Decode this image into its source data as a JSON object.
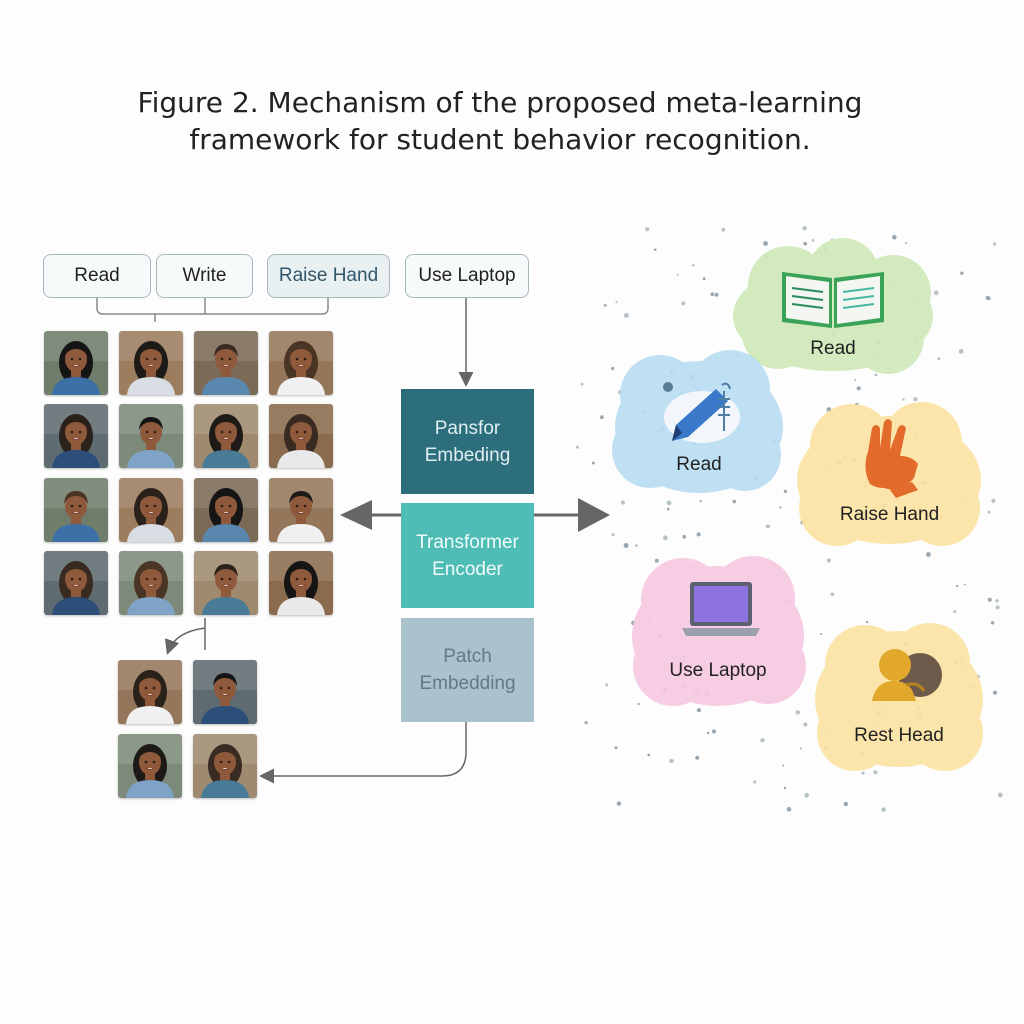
{
  "title": {
    "line1": "Figure 2. Mechanism of the proposed meta-learning",
    "line2": "framework for student behavior recognition."
  },
  "labels": [
    "Read",
    "Write",
    "Raise Hand",
    "Use Laptop"
  ],
  "blocks": {
    "top": {
      "line1": "Pansfor",
      "line2": "Embeding"
    },
    "middle": {
      "line1": "Transformer",
      "line2": "Encoder"
    },
    "bottom": {
      "line1": "Patch",
      "line2": "Embedding"
    }
  },
  "clouds": {
    "read_book": "Read",
    "read_pencil": "Read",
    "raise_hand": "Raise Hand",
    "use_laptop": "Use Laptop",
    "rest_head": "Rest Head"
  },
  "colors": {
    "green_cloud": "#cfe9b8",
    "blue_cloud": "#b9dcf3",
    "yellow_cloud": "#fbe3a2",
    "pink_cloud": "#f7c8e2",
    "block_top": "#2d6e7c",
    "block_middle": "#4fbdb6",
    "block_bottom": "#a9c2cb",
    "arrow": "#666666"
  },
  "icons": [
    "book-icon",
    "pencil-icon",
    "hand-icon",
    "laptop-icon",
    "head-rest-icon"
  ]
}
